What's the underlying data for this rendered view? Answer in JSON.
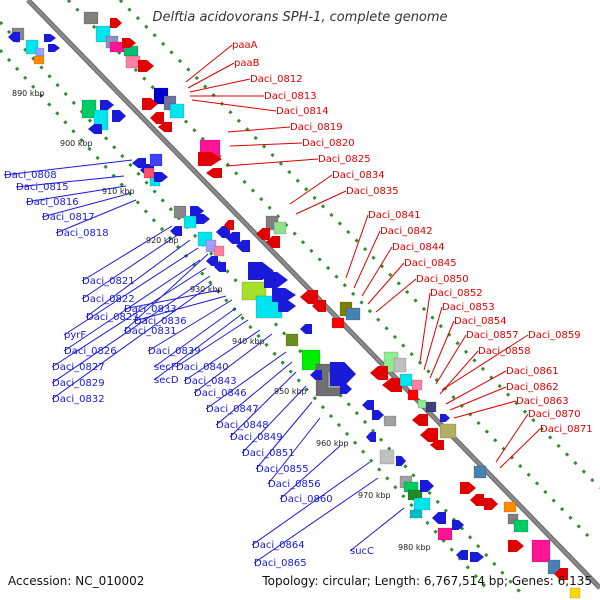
{
  "title": "Delftia acidovorans SPH-1, complete genome",
  "accession": "Accession: NC_010002",
  "summary": "Topology: circular; Length: 6,767,514 bp; Genes: 6,135",
  "colors": {
    "backbone": "#8a8a8a",
    "track_dots": "#2f8f2f",
    "forward_strand": "#e00000",
    "reverse_strand": "#1a1adb",
    "forward_label": "#e00000",
    "reverse_label": "#1a1adb"
  },
  "kbp_markers": [
    "890 kbp",
    "900 kbp",
    "910 kbp",
    "920 kbp",
    "930 kbp",
    "940 kbp",
    "950 kbp",
    "960 kbp",
    "970 kbp",
    "980 kbp"
  ],
  "forward_labels": [
    "paaA",
    "paaB",
    "Daci_0812",
    "Daci_0813",
    "Daci_0814",
    "Daci_0819",
    "Daci_0820",
    "Daci_0825",
    "Daci_0834",
    "Daci_0835",
    "Daci_0841",
    "Daci_0842",
    "Daci_0844",
    "Daci_0845",
    "Daci_0850",
    "Daci_0852",
    "Daci_0853",
    "Daci_0854",
    "Daci_0857",
    "Daci_0859",
    "Daci_0858",
    "Daci_0861",
    "Daci_0862",
    "Daci_0863",
    "Daci_0870",
    "Daci_0871"
  ],
  "reverse_labels": [
    "Daci_0808",
    "Daci_0815",
    "Daci_0816",
    "Daci_0817",
    "Daci_0818",
    "Daci_0821",
    "Daci_0822",
    "Daci_0823",
    "pyrF",
    "Daci_0831",
    "Daci_0826",
    "Daci_0827",
    "Daci_0829",
    "Daci_0832",
    "Daci_0833",
    "Daci_0836",
    "Daci_0839",
    "secF",
    "secD",
    "Daci_0840",
    "Daci_0843",
    "Daci_0846",
    "Daci_0847",
    "Daci_0848",
    "Daci_0849",
    "Daci_0851",
    "Daci_0855",
    "Daci_0856",
    "Daci_0860",
    "Daci_0864",
    "Daci_0865",
    "sucC"
  ]
}
